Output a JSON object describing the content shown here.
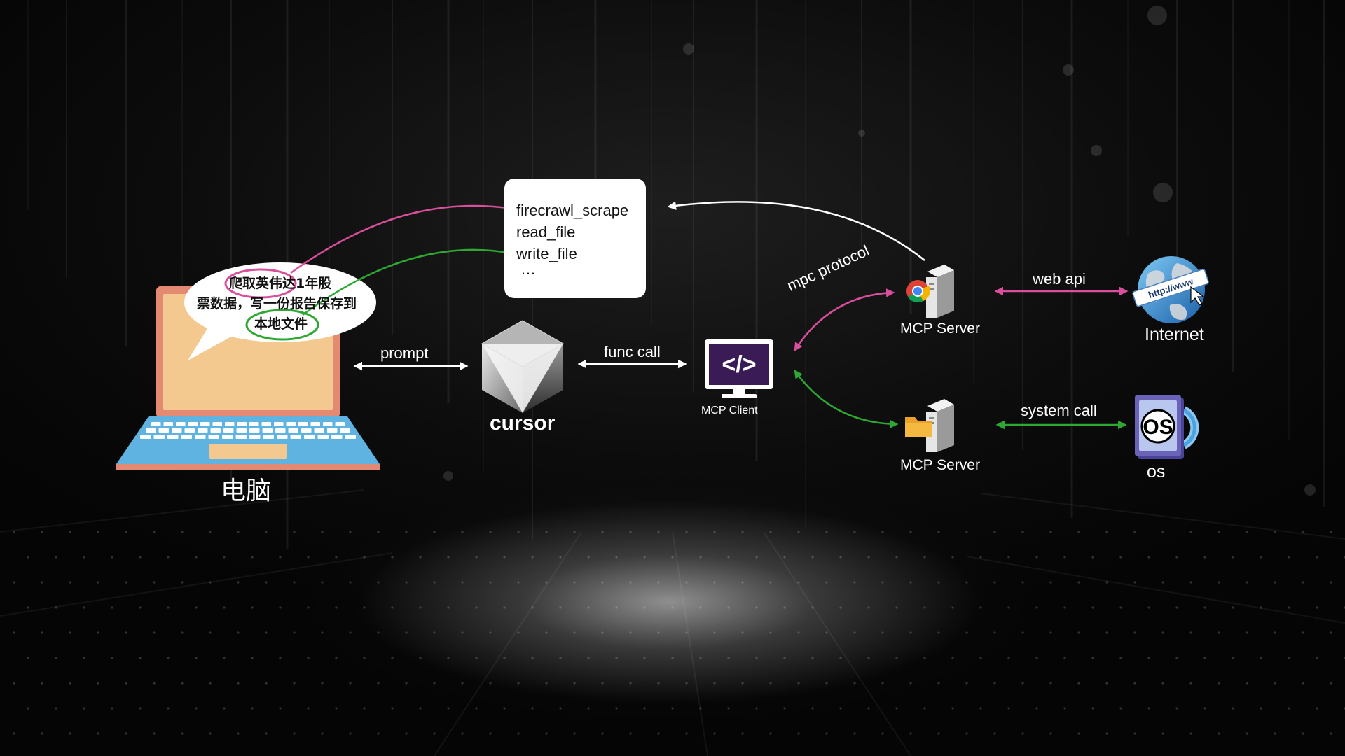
{
  "prompt_bubble": {
    "lines": [
      "爬取英伟达1年股",
      "票数据，写一份报告保存到",
      "本地文件"
    ]
  },
  "computer": {
    "label": "电脑"
  },
  "cursor_app": {
    "label": "cursor"
  },
  "mcp_client": {
    "label": "MCP Client",
    "icon_text": "</>"
  },
  "mcp_server_web": {
    "label": "MCP Server"
  },
  "mcp_server_os": {
    "label": "MCP Server"
  },
  "internet": {
    "label": "Internet",
    "icon_text": "http://www"
  },
  "os_node": {
    "label": "os",
    "icon_text": "OS"
  },
  "tools": {
    "items": [
      "firecrawl_scrape",
      "read_file",
      "write_file",
      "…"
    ]
  },
  "arrows": {
    "prompt": "prompt",
    "func_call": "func call",
    "mpc_protocol": "mpc protocol",
    "web_api": "web api",
    "system_call": "system call"
  },
  "colors": {
    "pink": "#d94f9c",
    "green": "#2ea832",
    "white": "#ffffff",
    "laptop_screen": "#f3c98f",
    "laptop_frame": "#e48a72",
    "laptop_base": "#5fb3e0",
    "client_purple": "#3b1b55",
    "os_purple": "#6b63b8"
  },
  "icons": [
    "laptop-icon",
    "cursor-logo-icon",
    "code-monitor-icon",
    "chrome-server-icon",
    "folder-server-icon",
    "globe-icon",
    "os-icon"
  ]
}
